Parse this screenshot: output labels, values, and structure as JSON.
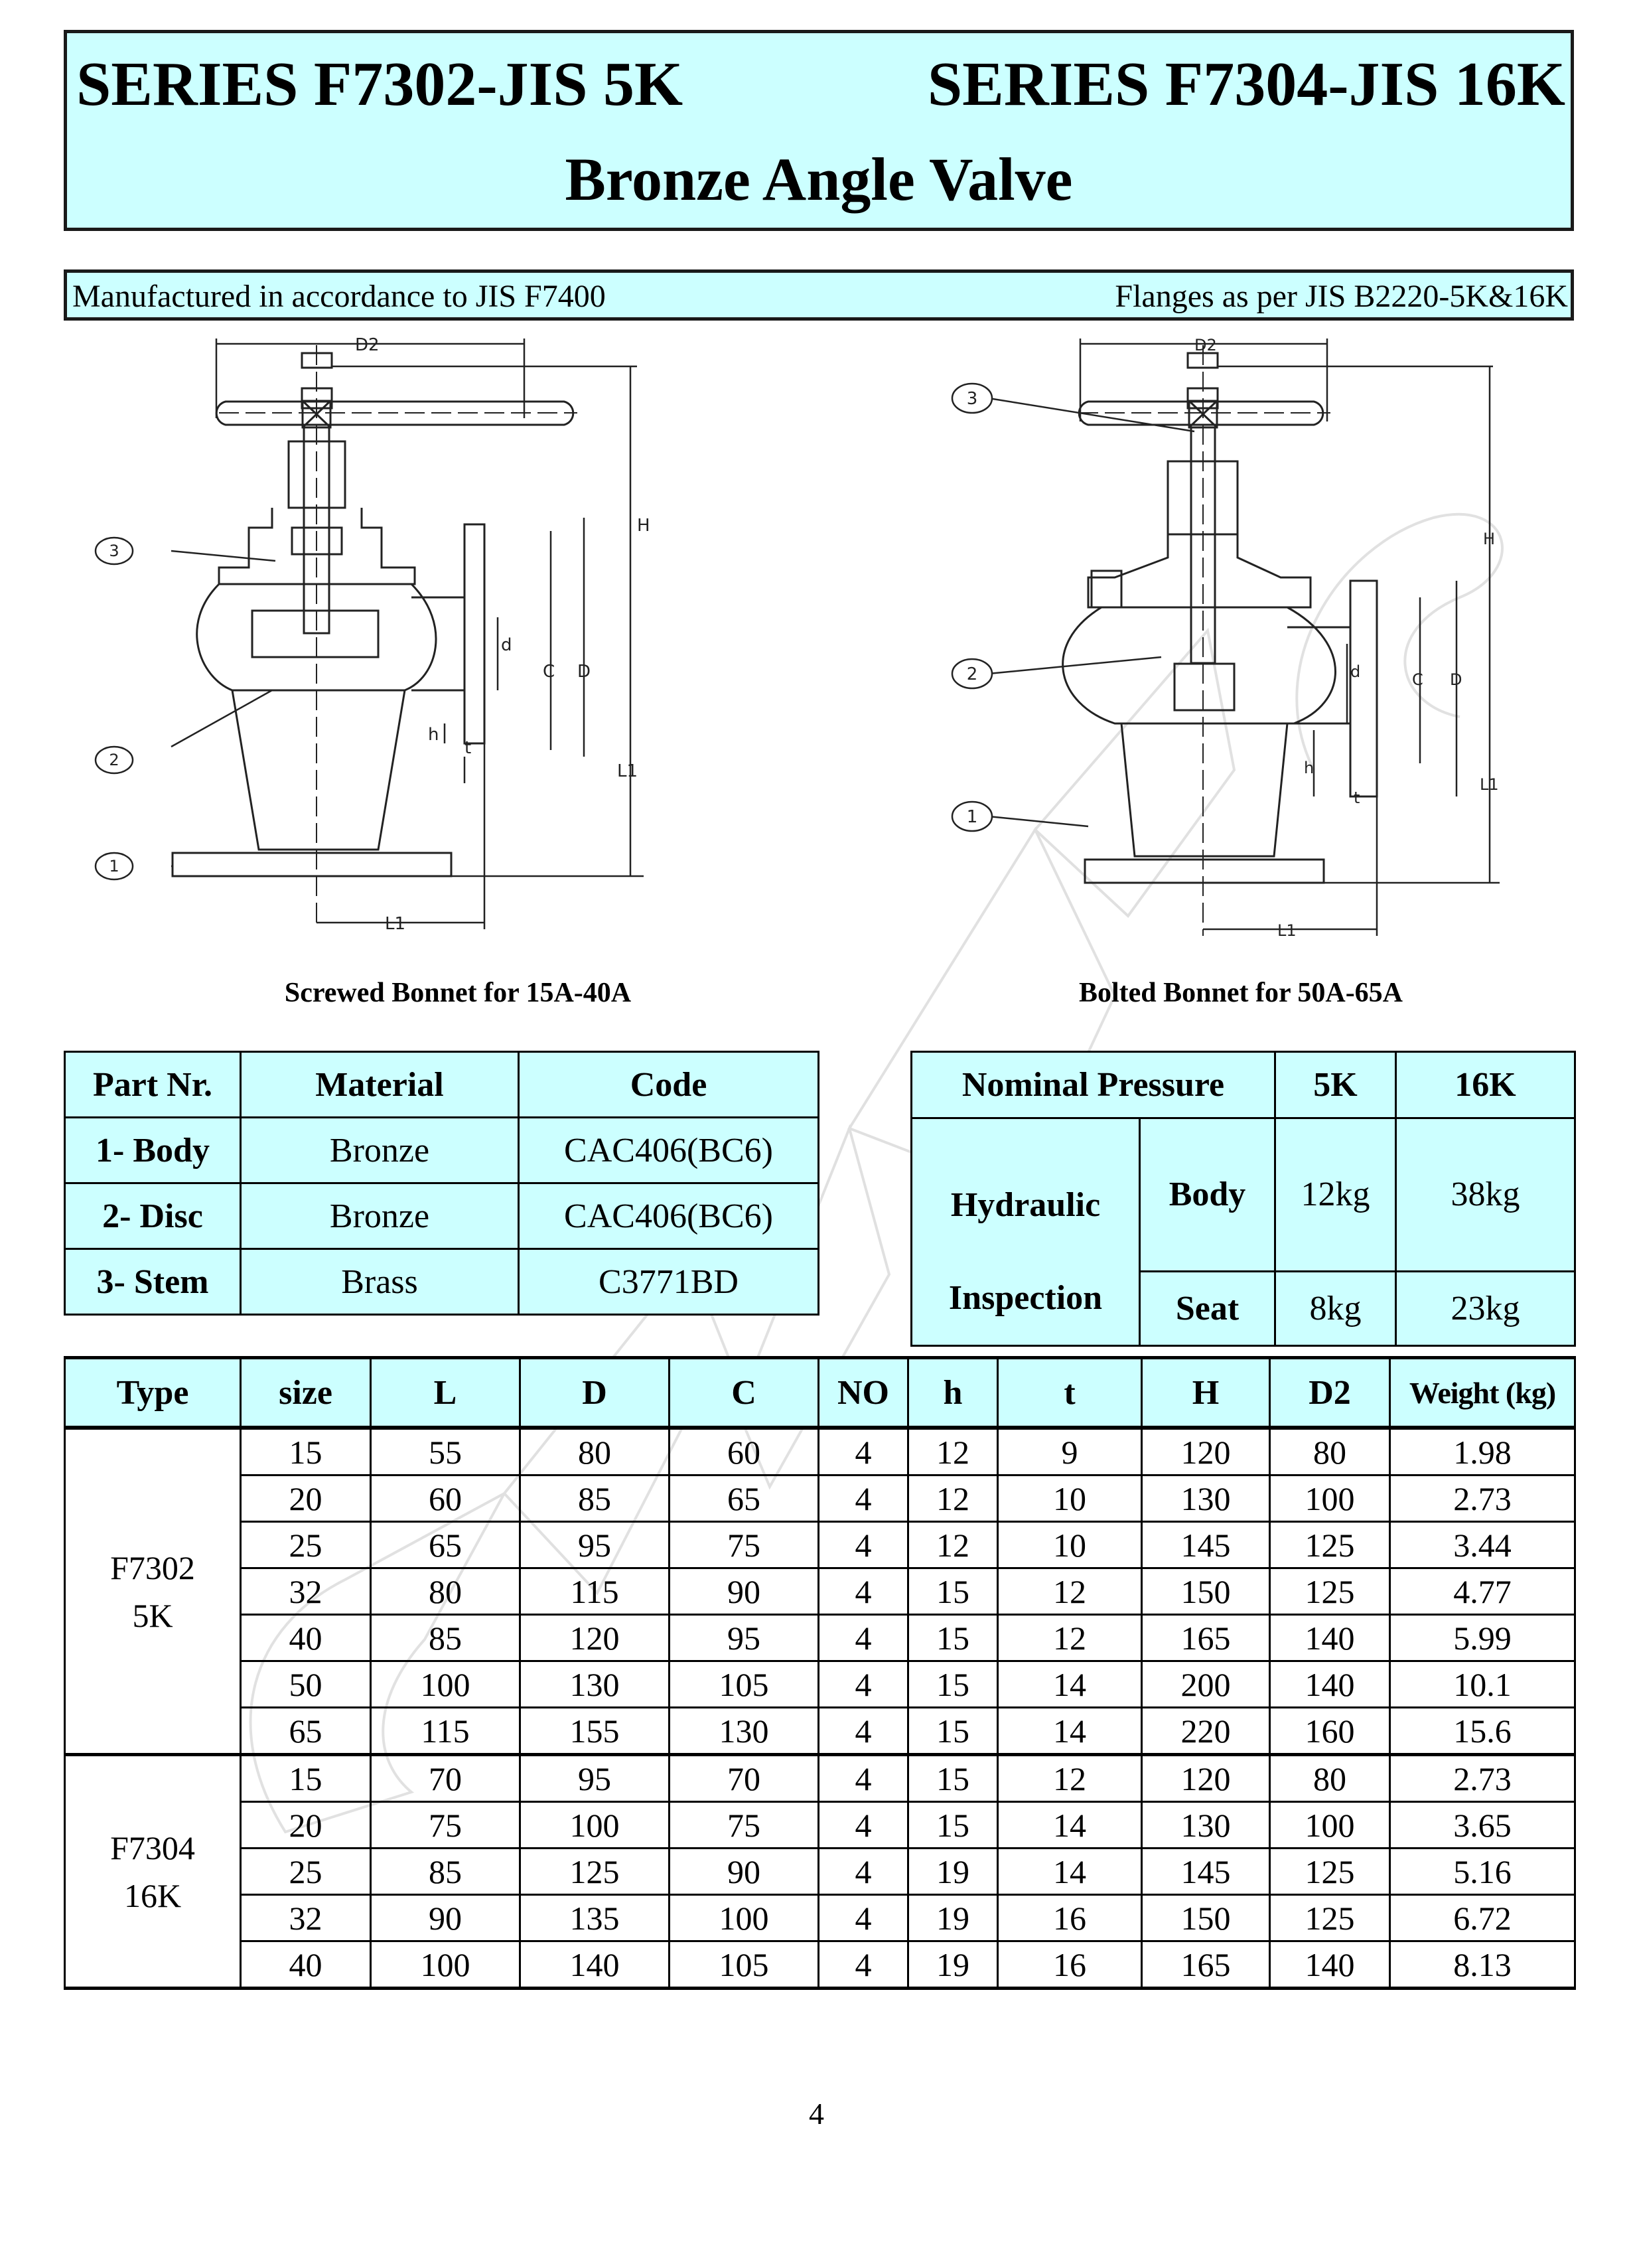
{
  "header": {
    "series_left": "SERIES F7302-JIS 5K",
    "series_right": "SERIES F7304-JIS 16K",
    "product_title": "Bronze Angle Valve",
    "standard_left": "Manufactured in accordance to JIS F7400",
    "standard_right": "Flanges as per JIS B2220-5K&16K"
  },
  "colors": {
    "panel_bg": "#ccffff",
    "border": "#000000"
  },
  "drawings": {
    "left": {
      "caption": "Screwed Bonnet for 15A-40A",
      "callouts": [
        "1",
        "2",
        "3"
      ],
      "dims": {
        "D2": "D2",
        "H": "H",
        "C": "C",
        "D": "D",
        "L1": "L1",
        "d": "d",
        "h": "h",
        "t": "t"
      }
    },
    "right": {
      "caption": "Bolted Bonnet for 50A-65A",
      "callouts": [
        "1",
        "2",
        "3"
      ],
      "dims": {
        "D2": "D2",
        "H": "H",
        "C": "C",
        "D": "D",
        "L1": "L1",
        "d": "d",
        "h": "h",
        "t": "t"
      }
    }
  },
  "parts_table": {
    "headers": [
      "Part Nr.",
      "Material",
      "Code"
    ],
    "rows": [
      [
        "1- Body",
        "Bronze",
        "CAC406(BC6)"
      ],
      [
        "2- Disc",
        "Bronze",
        "CAC406(BC6)"
      ],
      [
        "3- Stem",
        "Brass",
        "C3771BD"
      ]
    ]
  },
  "pressure_table": {
    "header": "Nominal Pressure",
    "col_5k": "5K",
    "col_16k": "16K",
    "row_label_1": "Hydraulic",
    "row_label_2": "Inspection",
    "body_label": "Body",
    "seat_label": "Seat",
    "body_5k": "12kg",
    "body_16k": "38kg",
    "seat_5k": "8kg",
    "seat_16k": "23kg"
  },
  "dims_table": {
    "headers": [
      "Type",
      "size",
      "L",
      "D",
      "C",
      "NO",
      "h",
      "t",
      "H",
      "D2",
      "Weight (kg)"
    ],
    "groups": [
      {
        "type_line1": "F7302",
        "type_line2": "5K",
        "rows": [
          [
            "15",
            "55",
            "80",
            "60",
            "4",
            "12",
            "9",
            "120",
            "80",
            "1.98"
          ],
          [
            "20",
            "60",
            "85",
            "65",
            "4",
            "12",
            "10",
            "130",
            "100",
            "2.73"
          ],
          [
            "25",
            "65",
            "95",
            "75",
            "4",
            "12",
            "10",
            "145",
            "125",
            "3.44"
          ],
          [
            "32",
            "80",
            "115",
            "90",
            "4",
            "15",
            "12",
            "150",
            "125",
            "4.77"
          ],
          [
            "40",
            "85",
            "120",
            "95",
            "4",
            "15",
            "12",
            "165",
            "140",
            "5.99"
          ],
          [
            "50",
            "100",
            "130",
            "105",
            "4",
            "15",
            "14",
            "200",
            "140",
            "10.1"
          ],
          [
            "65",
            "115",
            "155",
            "130",
            "4",
            "15",
            "14",
            "220",
            "160",
            "15.6"
          ]
        ]
      },
      {
        "type_line1": "F7304",
        "type_line2": "16K",
        "rows": [
          [
            "15",
            "70",
            "95",
            "70",
            "4",
            "15",
            "12",
            "120",
            "80",
            "2.73"
          ],
          [
            "20",
            "75",
            "100",
            "75",
            "4",
            "15",
            "14",
            "130",
            "100",
            "3.65"
          ],
          [
            "25",
            "85",
            "125",
            "90",
            "4",
            "19",
            "14",
            "145",
            "125",
            "5.16"
          ],
          [
            "32",
            "90",
            "135",
            "100",
            "4",
            "19",
            "16",
            "150",
            "125",
            "6.72"
          ],
          [
            "40",
            "100",
            "140",
            "105",
            "4",
            "19",
            "16",
            "165",
            "140",
            "8.13"
          ]
        ]
      }
    ]
  },
  "footer": {
    "page_number": "4"
  }
}
